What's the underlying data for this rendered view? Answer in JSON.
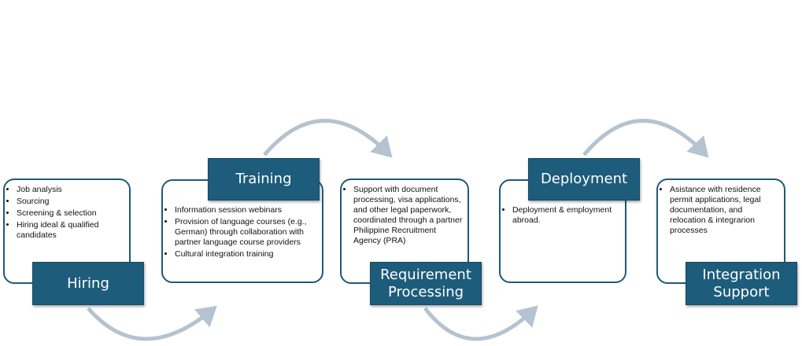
{
  "stages": [
    {
      "id": "hiring",
      "title": "Hiring",
      "items": [
        "Job analysis",
        "Sourcing",
        "Screening & selection",
        "Hiring ideal & qualified candidates"
      ]
    },
    {
      "id": "training",
      "title": "Training",
      "items": [
        "Information session webinars",
        "Provision of language courses (e.g., German) through collaboration with partner language course providers",
        "Cultural integration training"
      ]
    },
    {
      "id": "requirement-processing",
      "title": "Requirement Processing",
      "title_lines": [
        "Requirement",
        "Processing"
      ],
      "items": [
        "Support with document processing, visa applications, and other legal paperwork, coordinated through a partner Philippine Recruitment Agency (PRA)"
      ]
    },
    {
      "id": "deployment",
      "title": "Deployment",
      "items": [
        "Deployment & employment abroad."
      ]
    },
    {
      "id": "integration-support",
      "title": "Integration Support",
      "title_lines": [
        "Integration",
        "Support"
      ],
      "items": [
        "Asistance with residence permit applications, legal documentation, and relocation & integrarion processes"
      ]
    }
  ],
  "colors": {
    "box_border": "#1f5a78",
    "tag_fill": "#1d5c7b",
    "tag_text": "#ffffff",
    "arrow": "#b4c3cf"
  }
}
